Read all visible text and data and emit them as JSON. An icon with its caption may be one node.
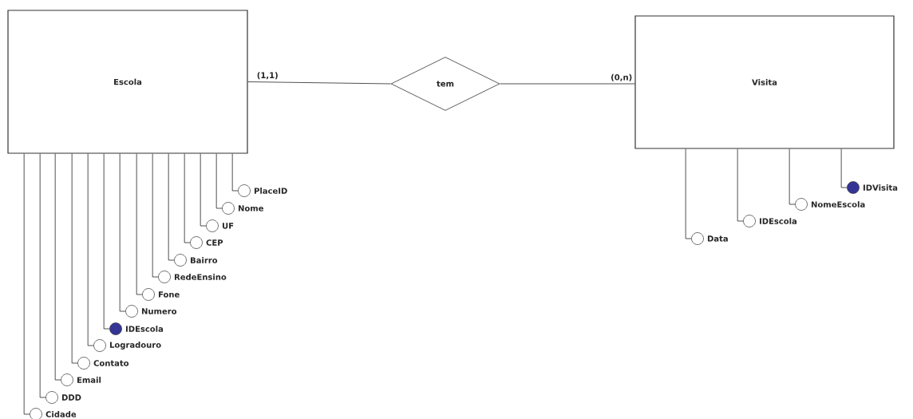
{
  "diagram": {
    "nodes": [
      {
        "text": [
          "Escola"
        ]
      },
      {
        "text": [
          "tem"
        ]
      },
      {
        "text": [
          "Visita"
        ]
      },
      {
        "text": [],
        "shape": "circle",
        "beside": [
          "PlaceID"
        ]
      },
      {
        "text": [],
        "shape": "circle",
        "beside": [
          "Nome"
        ]
      },
      {
        "text": [],
        "shape": "circle",
        "beside": [
          "UF"
        ]
      },
      {
        "text": [],
        "shape": "circle",
        "beside": [
          "CEP"
        ]
      },
      {
        "text": [],
        "shape": "circle",
        "beside": [
          "Bairro"
        ]
      },
      {
        "text": [],
        "shape": "circle",
        "beside": [
          "RedeEnsino"
        ]
      },
      {
        "text": [],
        "shape": "circle",
        "beside": [
          "Fone"
        ]
      },
      {
        "text": [],
        "shape": "circle",
        "beside": [
          "Numero"
        ]
      },
      {
        "text": [],
        "shape": "dot",
        "beside": [
          "IDEscola"
        ]
      },
      {
        "text": [],
        "shape": "circle",
        "beside": [
          "Logradouro"
        ]
      },
      {
        "text": [],
        "shape": "circle",
        "beside": [
          "Contato"
        ]
      },
      {
        "text": [],
        "shape": "circle",
        "beside": [
          "Email"
        ]
      },
      {
        "text": [],
        "shape": "circle",
        "beside": [
          "DDD"
        ]
      },
      {
        "text": [],
        "shape": "circle",
        "beside": [
          "Cidade"
        ]
      },
      {
        "text": [],
        "shape": "dot",
        "beside": [
          "IDVisita"
        ]
      },
      {
        "text": [],
        "shape": "circle",
        "beside": [
          "NomeEscola"
        ]
      },
      {
        "text": [],
        "shape": "circle",
        "beside": [
          "IDEscola"
        ]
      },
      {
        "text": [],
        "shape": "circle",
        "beside": [
          "Data"
        ]
      }
    ],
    "edges": [
      {
        "from": 0,
        "to": 1,
        "arrow": "none",
        "label": "(1,1)"
      },
      {
        "from": 1,
        "to": 2,
        "arrow": "none",
        "label": "(0,n)"
      },
      {
        "from": 0,
        "to": 3,
        "arrow": "none"
      },
      {
        "from": 0,
        "to": 4,
        "arrow": "none"
      },
      {
        "from": 0,
        "to": 5,
        "arrow": "none"
      },
      {
        "from": 0,
        "to": 6,
        "arrow": "none"
      },
      {
        "from": 0,
        "to": 7,
        "arrow": "none"
      },
      {
        "from": 0,
        "to": 8,
        "arrow": "none"
      },
      {
        "from": 0,
        "to": 9,
        "arrow": "none"
      },
      {
        "from": 0,
        "to": 10,
        "arrow": "none"
      },
      {
        "from": 0,
        "to": 11,
        "arrow": "none"
      },
      {
        "from": 0,
        "to": 12,
        "arrow": "none"
      },
      {
        "from": 0,
        "to": 13,
        "arrow": "none"
      },
      {
        "from": 0,
        "to": 14,
        "arrow": "none"
      },
      {
        "from": 0,
        "to": 15,
        "arrow": "none"
      },
      {
        "from": 0,
        "to": 16,
        "arrow": "none"
      },
      {
        "from": 2,
        "to": 17,
        "arrow": "none"
      },
      {
        "from": 2,
        "to": 18,
        "arrow": "none"
      },
      {
        "from": 2,
        "to": 19,
        "arrow": "none"
      },
      {
        "from": 2,
        "to": 20,
        "arrow": "none"
      }
    ]
  }
}
